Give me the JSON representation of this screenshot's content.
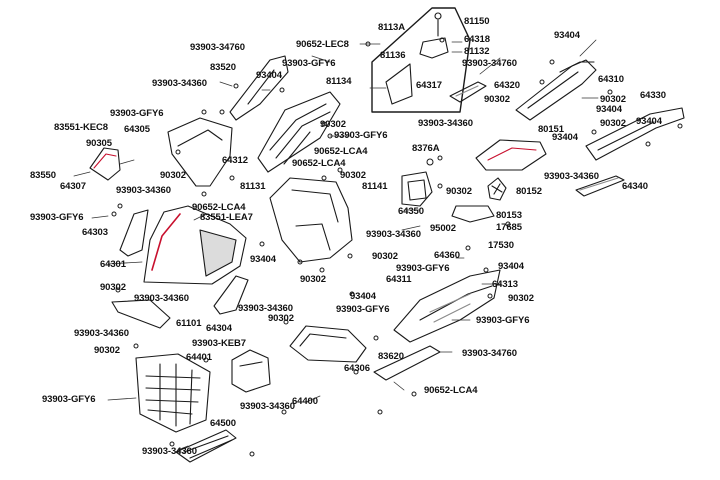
{
  "diagram": {
    "colors": {
      "outline": "#1a1a1a",
      "part_fill": "#ffffff",
      "accent": "#c8102e",
      "grey": "#8a8a8a"
    },
    "labels": [
      "90652-LEC8",
      "8113A",
      "81150",
      "93903-34760",
      "64318",
      "83520",
      "93903-GFY6",
      "81136",
      "81132",
      "93404",
      "93903-34760",
      "93404",
      "93903-34360",
      "81134",
      "64317",
      "64320",
      "64310",
      "90302",
      "90302",
      "93903-GFY6",
      "93903-34360",
      "64330",
      "83551-KEC8",
      "64305",
      "93903-GFY6",
      "90302",
      "93404",
      "90305",
      "90302",
      "93404",
      "80151",
      "93404",
      "8376A",
      "90652-LCA4",
      "64312",
      "90652-LCA4",
      "90302",
      "83550",
      "90302",
      "81131",
      "81141",
      "90302",
      "80152",
      "64307",
      "93903-34360",
      "90652-LCA4",
      "93903-34360",
      "64340",
      "93903-GFY6",
      "83551-LEA7",
      "64350",
      "80153",
      "95002",
      "17685",
      "64303",
      "93903-34360",
      "93404",
      "17530",
      "64301",
      "64360",
      "90302",
      "93903-GFY6",
      "93404",
      "64311",
      "90302",
      "64313",
      "93404",
      "90302",
      "93903-34360",
      "93903-34360",
      "90302",
      "93903-GFY6",
      "61101",
      "93903-34360",
      "64304",
      "93903-GFY6",
      "64306",
      "90302",
      "93903-KEB7",
      "90302",
      "93903-34760",
      "83620",
      "93903-GFY6",
      "64401",
      "93903-34360",
      "90652-LCA4",
      "64400",
      "64500",
      "93903-34360"
    ]
  }
}
